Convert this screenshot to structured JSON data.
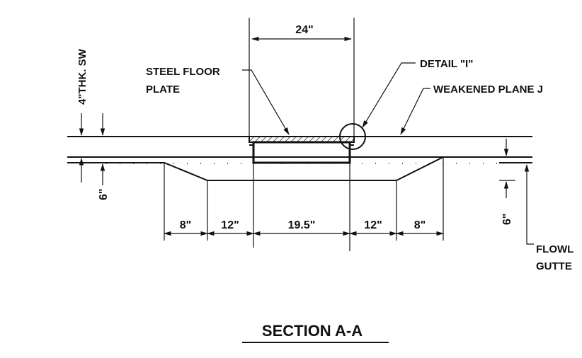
{
  "labels": {
    "sidewalk": "4\"THK. SW",
    "steel_plate_line1": "STEEL FLOOR",
    "steel_plate_line2": "PLATE",
    "detail": "DETAIL \"I\"",
    "weakened_plane": "WEAKENED PLANE J",
    "flowline_line1": "FLOWL",
    "flowline_line2": "GUTTE"
  },
  "dimensions": {
    "top_width": "24\"",
    "left_depth": "6\"",
    "right_depth": "6\"",
    "d1": "8\"",
    "d2": "12\"",
    "d3": "19.5\"",
    "d4": "12\"",
    "d5": "8\""
  },
  "title": "SECTION A-A"
}
